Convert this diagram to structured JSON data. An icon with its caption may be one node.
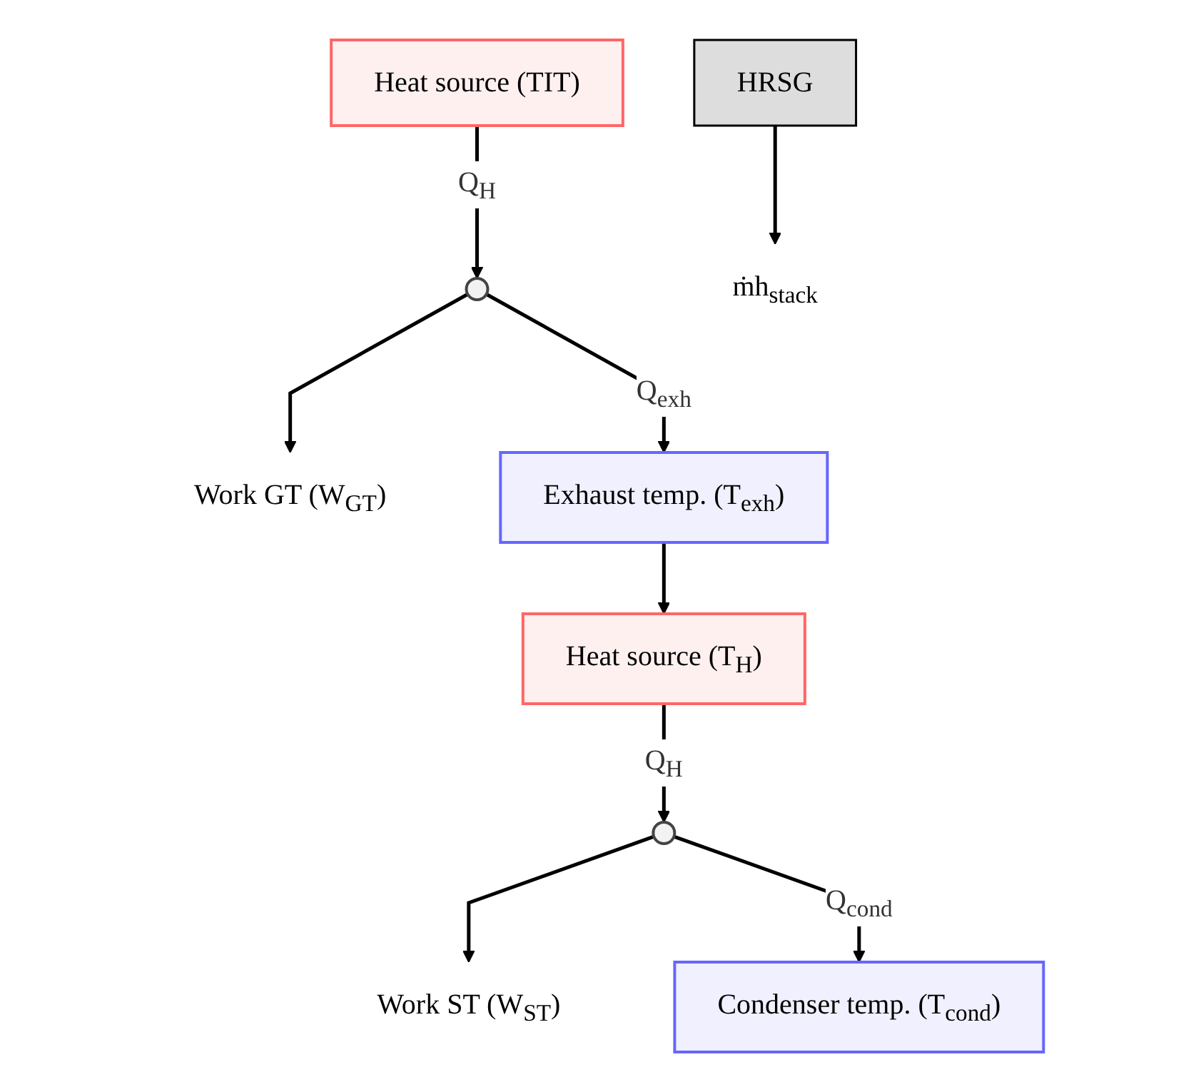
{
  "diagram": {
    "nodes": [
      {
        "text": [
          "Heat source (TIT)"
        ]
      },
      {
        "text": [],
        "shape": "circle"
      },
      {
        "text": [
          "Work GT (W$_{GT}$)"
        ]
      },
      {
        "text": [
          "Exhaust temp. (T$_{exh}$)"
        ]
      },
      {
        "text": [
          "HRSG"
        ]
      },
      {
        "text": [
          "ṁh$_{stack}$"
        ]
      },
      {
        "text": [
          "Heat source (T$_{H}$)"
        ]
      },
      {
        "text": [],
        "shape": "circle"
      },
      {
        "text": [
          "Work ST (W$_{ST}$)"
        ]
      },
      {
        "text": [
          "Condenser temp. (T$_{cond}$)"
        ]
      }
    ],
    "edges": [
      {
        "from": 0,
        "to": 1,
        "arrow": "to",
        "label": "Q$_{H}$"
      },
      {
        "from": 1,
        "to": 2,
        "arrow": "to"
      },
      {
        "from": 1,
        "to": 3,
        "arrow": "to",
        "label": "Q$_{exh}$"
      },
      {
        "from": 3,
        "to": 6,
        "arrow": "to"
      },
      {
        "from": 4,
        "to": 5,
        "arrow": "to"
      },
      {
        "from": 6,
        "to": 7,
        "arrow": "to",
        "label": "Q$_{H}$"
      },
      {
        "from": 7,
        "to": 8,
        "arrow": "to"
      },
      {
        "from": 7,
        "to": 9,
        "arrow": "to",
        "label": "Q$_{cond}$"
      }
    ]
  }
}
